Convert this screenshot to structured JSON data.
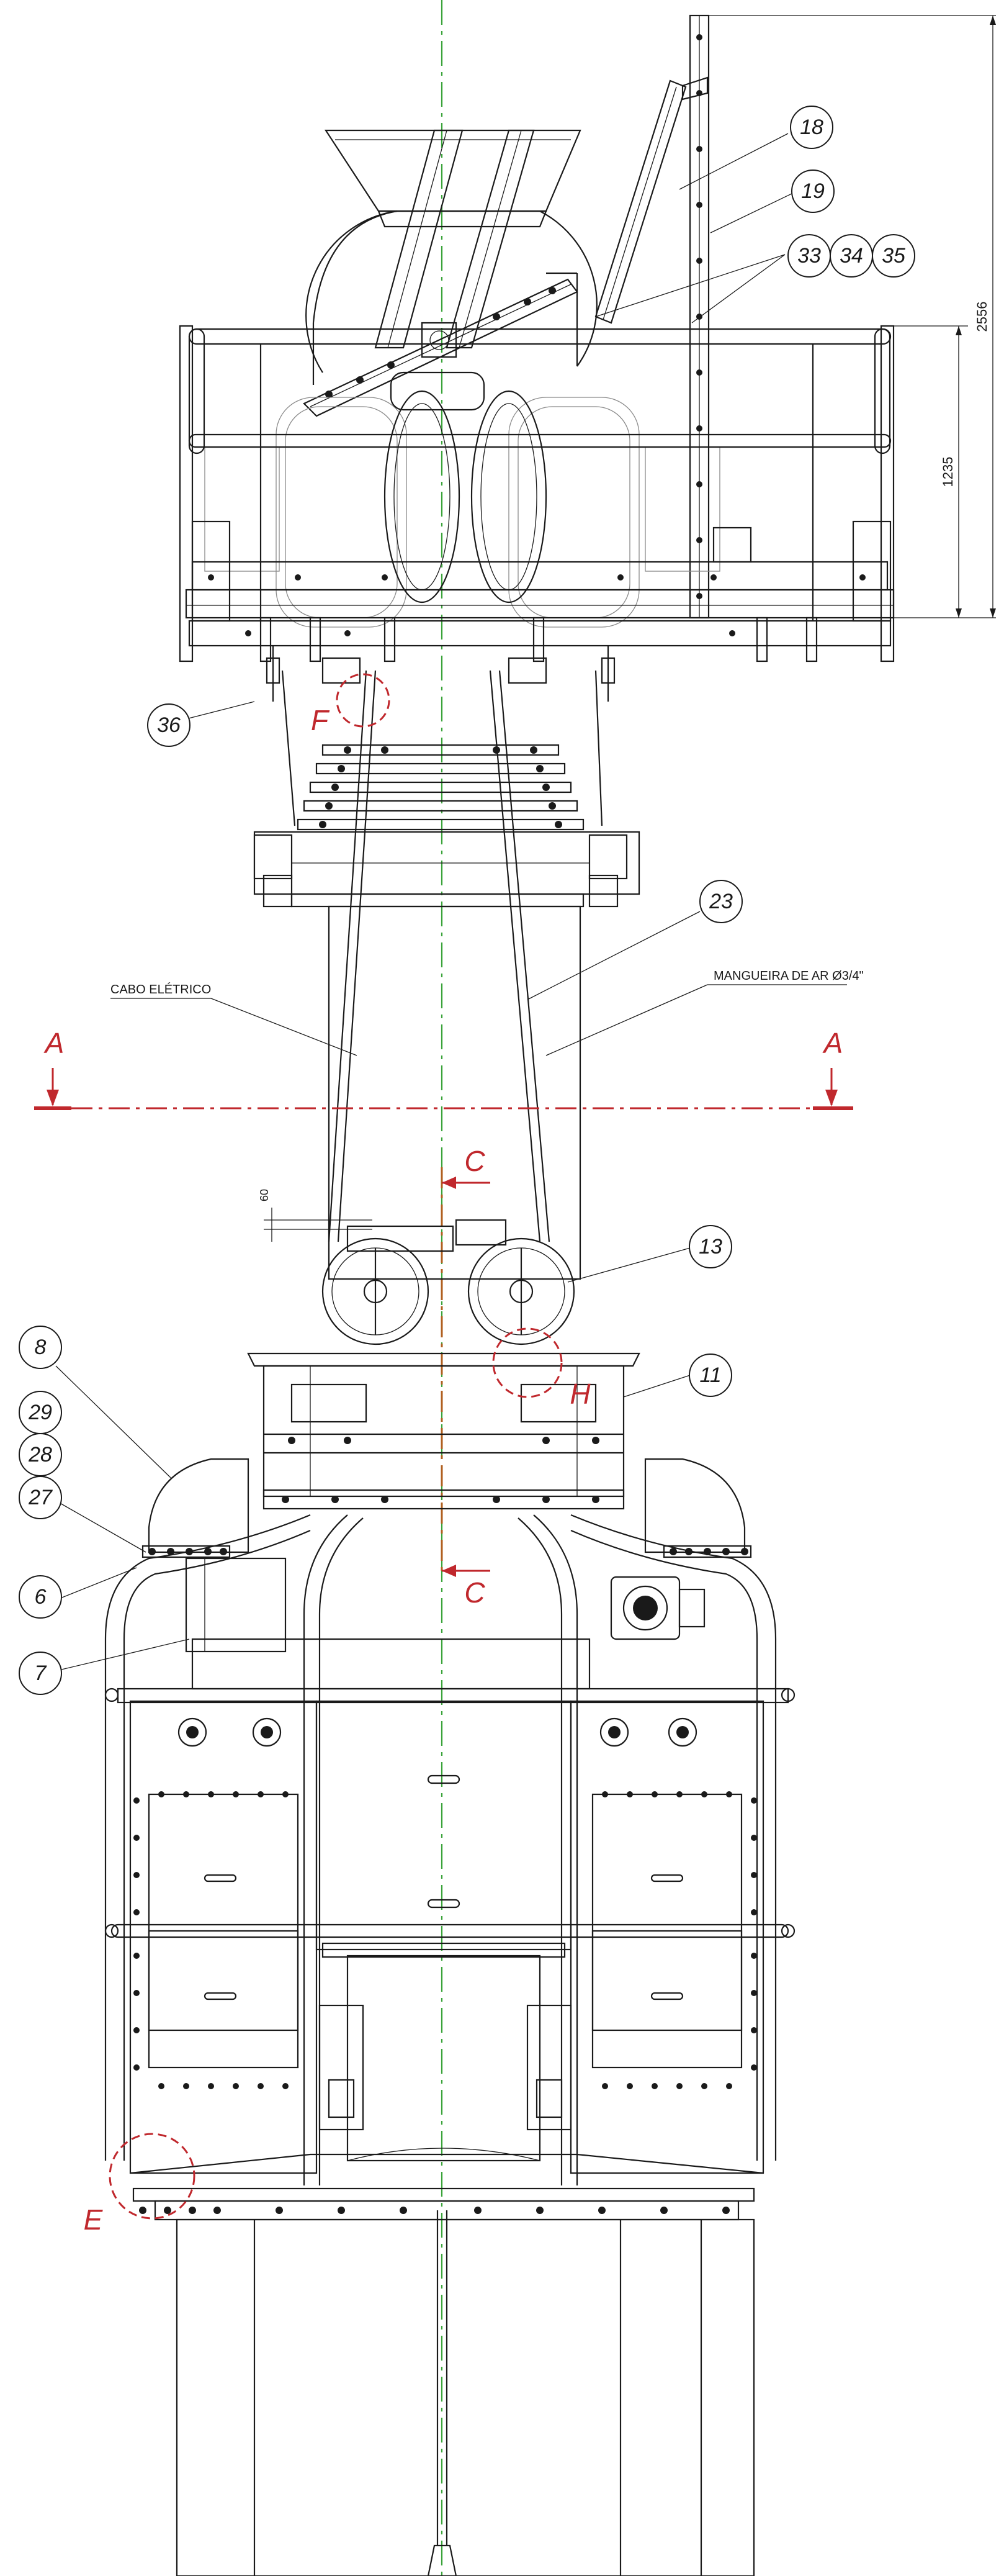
{
  "balloons": [
    {
      "id": "18",
      "label": "18"
    },
    {
      "id": "19",
      "label": "19"
    },
    {
      "id": "33",
      "label": "33"
    },
    {
      "id": "34",
      "label": "34"
    },
    {
      "id": "35",
      "label": "35"
    },
    {
      "id": "36",
      "label": "36"
    },
    {
      "id": "23",
      "label": "23"
    },
    {
      "id": "13",
      "label": "13"
    },
    {
      "id": "11",
      "label": "11"
    },
    {
      "id": "8",
      "label": "8"
    },
    {
      "id": "29",
      "label": "29"
    },
    {
      "id": "28",
      "label": "28"
    },
    {
      "id": "27",
      "label": "27"
    },
    {
      "id": "6",
      "label": "6"
    },
    {
      "id": "7",
      "label": "7"
    }
  ],
  "detail_labels": {
    "F": "F",
    "H": "H",
    "E": "E"
  },
  "section_labels": {
    "A_left": "A",
    "A_right": "A",
    "C_top": "C",
    "C_bottom": "C"
  },
  "notes": {
    "cable": "CABO ELÉTRICO",
    "hose": "MANGUEIRA DE AR Ø3/4\""
  },
  "dimensions": {
    "overall": "2556",
    "upper": "1235",
    "small": "60"
  },
  "colors": {
    "line": "#1a1a1a",
    "section": "#c0282d",
    "centerline": "#3aa33a"
  }
}
